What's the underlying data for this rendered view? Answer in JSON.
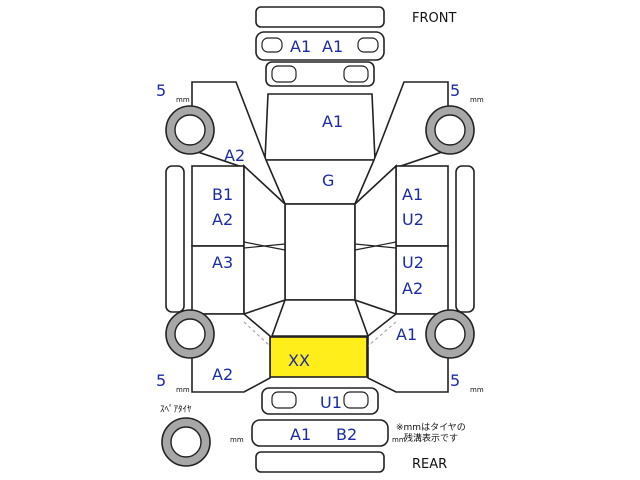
{
  "header": {
    "front_label": "FRONT",
    "rear_label": "REAR"
  },
  "notes": {
    "spare_tire": "ｽﾍﾟｱﾀｲﾔ",
    "mm_note_line1": "※mmはタイヤの",
    "mm_note_line2": "残溝表示です",
    "mm_unit": "mm"
  },
  "tires": {
    "front_left": "5",
    "front_right": "5",
    "rear_left": "5",
    "rear_right": "5"
  },
  "grades": {
    "front_bumper_left": "A1",
    "front_bumper_right": "A1",
    "hood": "A1",
    "left_front_fender": "A2",
    "windshield": "G",
    "left_front_door_1": "B1",
    "left_front_door_2": "A2",
    "left_rear_door": "A3",
    "right_front_door_1": "A1",
    "right_front_door_2": "U2",
    "right_rear_door_1": "U2",
    "right_rear_door_2": "A2",
    "right_rear_fender": "A1",
    "trunk": "XX",
    "left_rear_quarter": "A2",
    "rear_panel": "U1",
    "rear_bumper_left": "A1",
    "rear_bumper_right": "B2"
  },
  "colors": {
    "highlight": "#ffee1a",
    "label": "#1a2aa8"
  }
}
